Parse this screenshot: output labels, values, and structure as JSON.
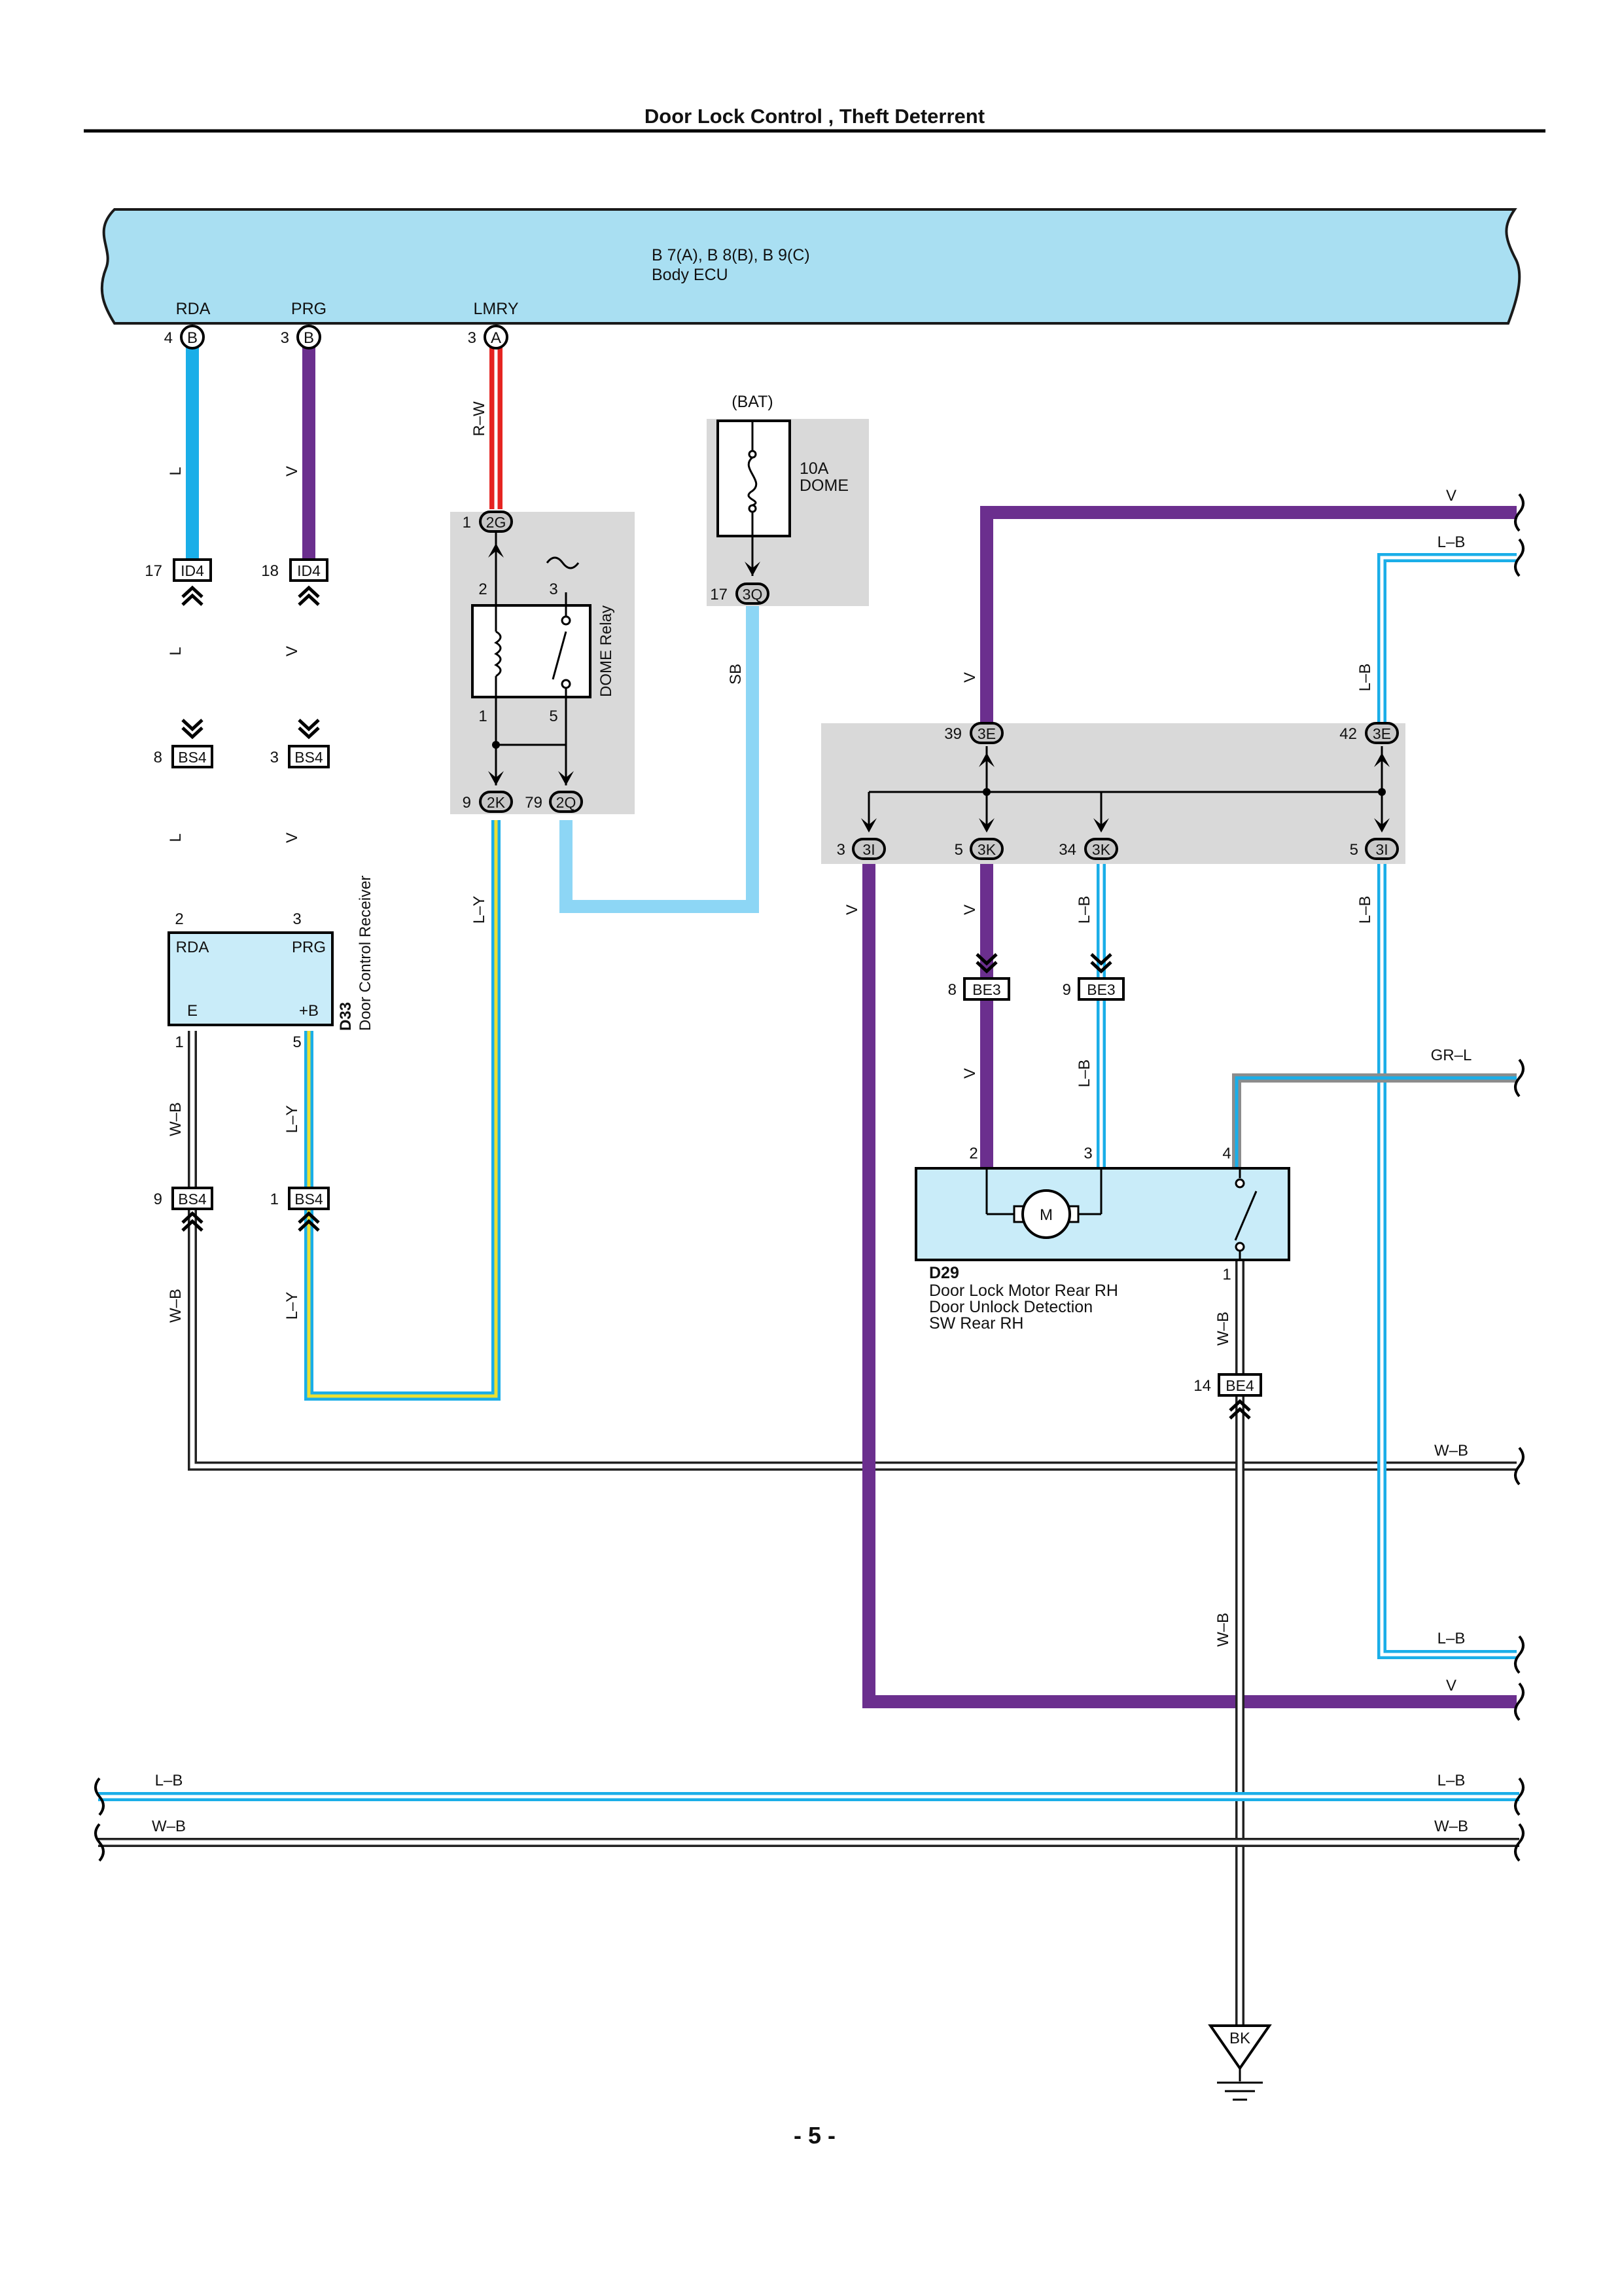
{
  "page": {
    "title": "Door Lock Control , Theft Deterrent",
    "page_number": "- 5 -"
  },
  "colors": {
    "L": "#1aaee8",
    "V": "#6b2f8e",
    "R": "#e52421",
    "W": "#ffffff",
    "SB": "#8dd6f5",
    "Y": "#ece032",
    "B": "#222222",
    "GR": "#8c8c8c",
    "ecu_fill": "#a9dff2",
    "component_fill": "#c9ecf9",
    "relay_box": "#d9d9d9"
  },
  "ecu": {
    "connectors": "B 7(A), B 8(B), B 9(C)",
    "name": "Body ECU",
    "pins": [
      {
        "label": "RDA",
        "num": "4",
        "conn": "B"
      },
      {
        "label": "PRG",
        "num": "3",
        "conn": "B"
      },
      {
        "label": "LMRY",
        "num": "3",
        "conn": "A"
      }
    ]
  },
  "wire_labels": {
    "L": "L",
    "V": "V",
    "RW": "R–W",
    "SB": "SB",
    "LY": "L–Y",
    "WB": "W–B",
    "LB": "L–B",
    "GRL": "GR–L"
  },
  "connectors": {
    "id4_a": {
      "num": "17",
      "name": "ID4"
    },
    "id4_b": {
      "num": "18",
      "name": "ID4"
    },
    "bs4_8": {
      "num": "8",
      "name": "BS4"
    },
    "bs4_3": {
      "num": "3",
      "name": "BS4"
    },
    "bs4_9": {
      "num": "9",
      "name": "BS4"
    },
    "bs4_1": {
      "num": "1",
      "name": "BS4"
    },
    "j2g": {
      "num": "1",
      "name": "2G"
    },
    "j2k": {
      "num": "9",
      "name": "2K"
    },
    "j2q": {
      "num": "79",
      "name": "2Q"
    },
    "j3q": {
      "num": "17",
      "name": "3Q"
    },
    "j3e_39": {
      "num": "39",
      "name": "3E"
    },
    "j3e_42": {
      "num": "42",
      "name": "3E"
    },
    "j3i_3": {
      "num": "3",
      "name": "3I"
    },
    "j3k_5": {
      "num": "5",
      "name": "3K"
    },
    "j3k_34": {
      "num": "34",
      "name": "3K"
    },
    "j3i_5": {
      "num": "5",
      "name": "3I"
    },
    "be3_8": {
      "num": "8",
      "name": "BE3"
    },
    "be3_9": {
      "num": "9",
      "name": "BE3"
    },
    "be4_14": {
      "num": "14",
      "name": "BE4"
    }
  },
  "relay": {
    "name": "DOME Relay",
    "pins": [
      "2",
      "3",
      "1",
      "5"
    ]
  },
  "fuse": {
    "source": "(BAT)",
    "rating": "10A",
    "name": "DOME"
  },
  "receiver": {
    "code": "D33",
    "name": "Door Control Receiver",
    "terminals": [
      "RDA",
      "PRG",
      "E",
      "+B"
    ],
    "pins": [
      "2",
      "3",
      "1",
      "5"
    ]
  },
  "motor": {
    "code": "D29",
    "name_lines": [
      "Door Lock Motor Rear RH",
      "Door Unlock Detection",
      "SW Rear RH"
    ],
    "symbol": "M",
    "pins": [
      "2",
      "3",
      "4",
      "1"
    ]
  },
  "ground": {
    "name": "BK"
  }
}
